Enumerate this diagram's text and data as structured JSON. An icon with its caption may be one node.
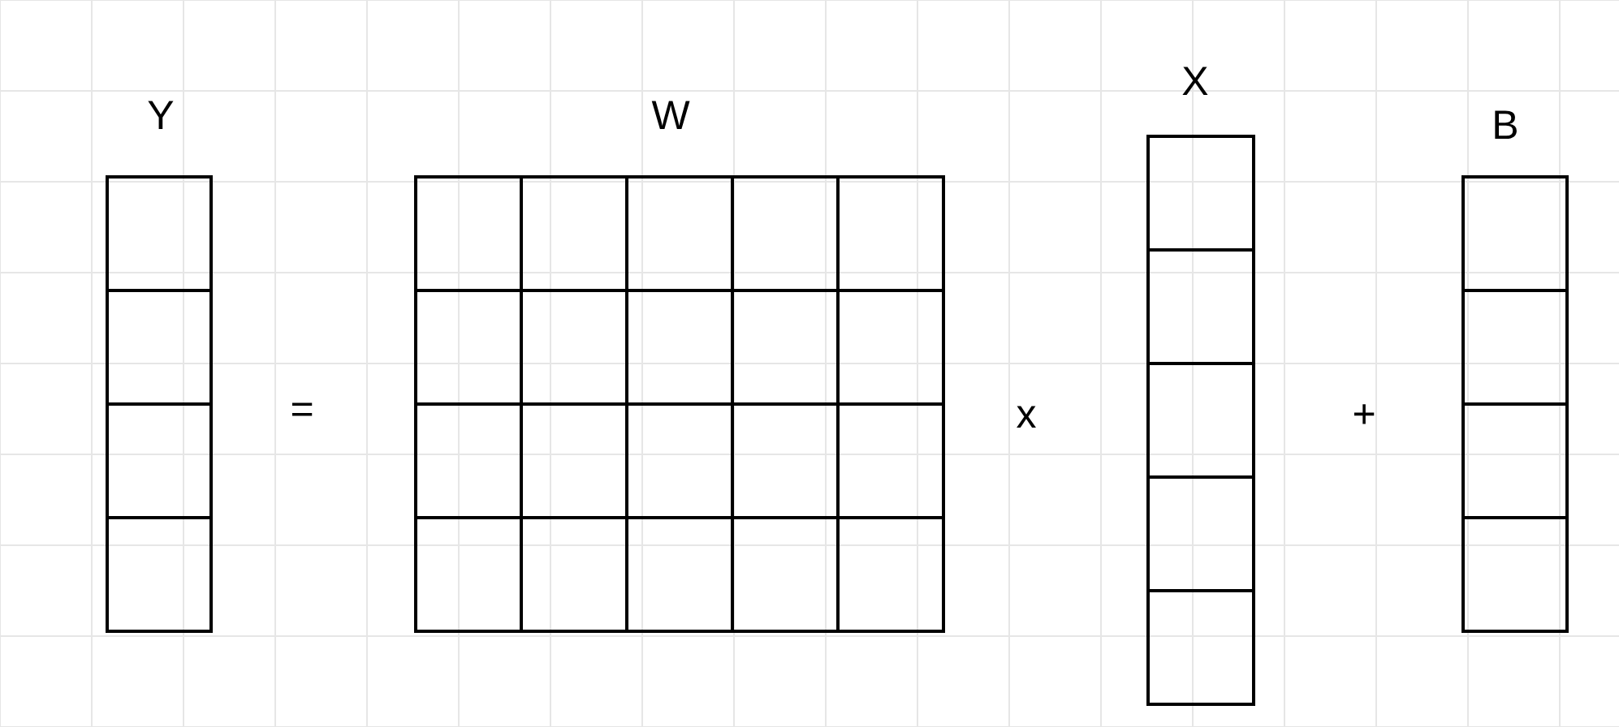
{
  "diagram": {
    "labels": [
      "Y",
      "W",
      "X",
      "B",
      "=",
      "x",
      "+"
    ]
  }
}
